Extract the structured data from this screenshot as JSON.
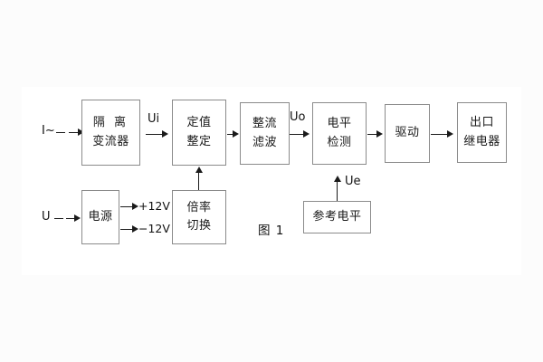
{
  "figure": {
    "caption": "图 1",
    "background_color": "#fcfcfc",
    "plate_color": "#ffffff",
    "line_color": "#1a1a1a",
    "box_border_color": "#8b8b8b"
  },
  "blocks": [
    {
      "id": "isolation-ct",
      "lines": [
        "隔 离",
        "变流器"
      ]
    },
    {
      "id": "setting",
      "lines": [
        "定值",
        "整定"
      ]
    },
    {
      "id": "rectify-filter",
      "lines": [
        "整流",
        "滤波"
      ]
    },
    {
      "id": "level-detect",
      "lines": [
        "电平",
        "检测"
      ]
    },
    {
      "id": "drive",
      "lines": [
        "驱动"
      ]
    },
    {
      "id": "output-relay",
      "lines": [
        "出口",
        "继电器"
      ]
    },
    {
      "id": "power-supply",
      "lines": [
        "电源"
      ]
    },
    {
      "id": "ratio-switch",
      "lines": [
        "倍率",
        "切换"
      ]
    },
    {
      "id": "reference-level",
      "lines": [
        "参考电平"
      ]
    }
  ],
  "signals": {
    "current_input": "I~",
    "voltage_input": "U",
    "ui": "Ui",
    "uo": "Uo",
    "ue": "Ue",
    "supply_pos": "+12V",
    "supply_neg": "−12V"
  }
}
